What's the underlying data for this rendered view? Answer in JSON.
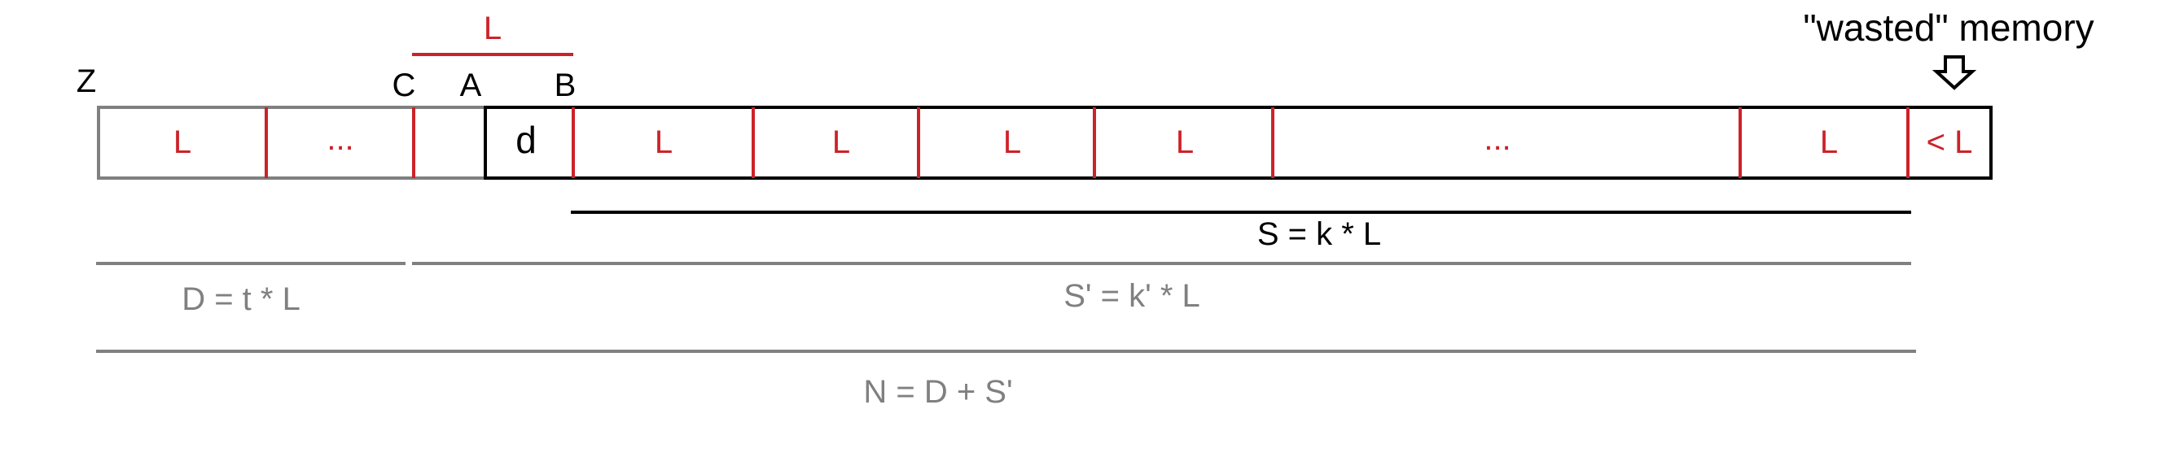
{
  "colors": {
    "red": "#cc2229",
    "gray": "#808080",
    "black": "#000000",
    "background": "#ffffff"
  },
  "top": {
    "window_label": "L",
    "wasted_label": "\"wasted\" memory",
    "wasted_arrow_icon": "down-arrow-outline-icon"
  },
  "markers": {
    "z": "Z",
    "c": "C",
    "a": "A",
    "b": "B"
  },
  "gray_segment": {
    "cells": [
      "L",
      "...",
      ""
    ]
  },
  "black_segment": {
    "first_cell": "d",
    "cells": [
      "L",
      "L",
      "L",
      "L",
      "...",
      "L",
      "< L"
    ]
  },
  "spans": {
    "s": "S = k * L",
    "d": "D = t * L",
    "s_prime": "S' = k' * L",
    "n": "N = D + S'"
  }
}
